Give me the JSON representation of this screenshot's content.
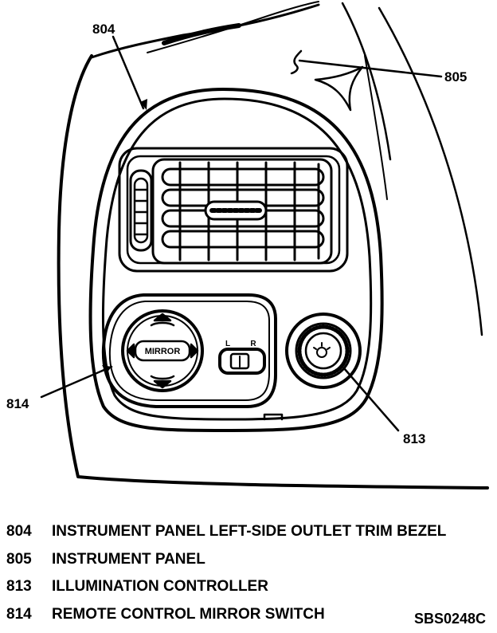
{
  "callouts": {
    "c804": "804",
    "c805": "805",
    "c813": "813",
    "c814": "814"
  },
  "legend": [
    {
      "number": "804",
      "description": "INSTRUMENT PANEL LEFT-SIDE OUTLET TRIM BEZEL"
    },
    {
      "number": "805",
      "description": "INSTRUMENT PANEL"
    },
    {
      "number": "813",
      "description": "ILLUMINATION CONTROLLER"
    },
    {
      "number": "814",
      "description": "REMOTE CONTROL MIRROR SWITCH"
    }
  ],
  "figure_code": "SBS0248C",
  "switch_labels": {
    "mirror": "MIRROR",
    "left": "L",
    "right": "R"
  }
}
